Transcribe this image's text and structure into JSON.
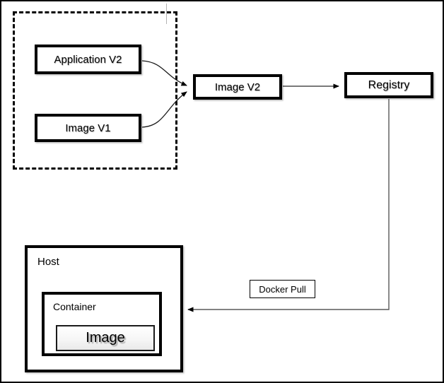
{
  "diagram": {
    "title_hint": "Docker image build and pull flow",
    "nodes": {
      "application_v2": {
        "label": "Application V2"
      },
      "image_v1": {
        "label": "Image V1"
      },
      "image_v2": {
        "label": "Image V2"
      },
      "registry": {
        "label": "Registry"
      },
      "host": {
        "label": "Host"
      },
      "container": {
        "label": "Container"
      },
      "image": {
        "label": "Image"
      },
      "docker_pull": {
        "label": "Docker Pull"
      }
    },
    "edges": [
      {
        "from": "application_v2",
        "to": "image_v2",
        "style": "curved-arrow"
      },
      {
        "from": "image_v1",
        "to": "image_v2",
        "style": "curved-arrow"
      },
      {
        "from": "image_v2",
        "to": "registry",
        "style": "straight-arrow"
      },
      {
        "from": "registry",
        "to": "host",
        "style": "elbow-arrow",
        "label": "Docker Pull"
      }
    ],
    "colors": {
      "node_border": "#000000",
      "connector_line": "#595959",
      "curve_line": "#1a1a1a",
      "arrowhead": "#000000",
      "background": "#ffffff",
      "guide_mark": "#b3b3b3"
    }
  }
}
